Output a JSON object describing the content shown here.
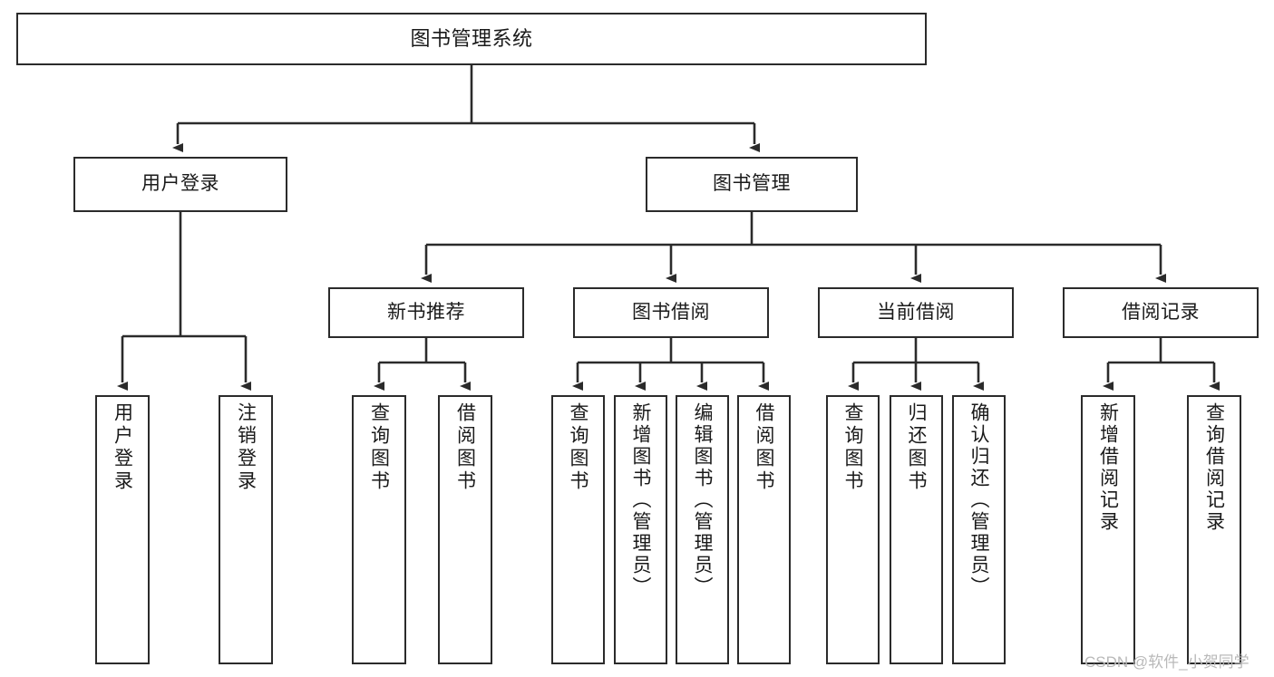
{
  "diagram": {
    "title": "图书管理系统",
    "type": "hierarchy-tree",
    "root": {
      "id": "root",
      "label": "图书管理系统"
    },
    "level2": [
      {
        "id": "user-login",
        "label": "用户登录"
      },
      {
        "id": "book-management",
        "label": "图书管理"
      }
    ],
    "level3": [
      {
        "id": "new-book-recommend",
        "label": "新书推荐",
        "parent": "book-management"
      },
      {
        "id": "book-borrow",
        "label": "图书借阅",
        "parent": "book-management"
      },
      {
        "id": "current-borrow",
        "label": "当前借阅",
        "parent": "book-management"
      },
      {
        "id": "borrow-record",
        "label": "借阅记录",
        "parent": "book-management"
      }
    ],
    "leaves": {
      "user_login": [
        {
          "id": "leaf-user-login",
          "label": "用户登录"
        },
        {
          "id": "leaf-logout-login",
          "label": "注销登录"
        }
      ],
      "new_book_recommend": [
        {
          "id": "leaf-query-book-1",
          "label": "查询图书"
        },
        {
          "id": "leaf-borrow-book-1",
          "label": "借阅图书"
        }
      ],
      "book_borrow": [
        {
          "id": "leaf-query-book-2",
          "label": "查询图书"
        },
        {
          "id": "leaf-add-book",
          "label": "新增图书（管理员）"
        },
        {
          "id": "leaf-edit-book",
          "label": "编辑图书（管理员）"
        },
        {
          "id": "leaf-borrow-book-2",
          "label": "借阅图书"
        }
      ],
      "current_borrow": [
        {
          "id": "leaf-query-book-3",
          "label": "查询图书"
        },
        {
          "id": "leaf-return-book",
          "label": "归还图书"
        },
        {
          "id": "leaf-confirm-return",
          "label": "确认归还（管理员）"
        }
      ],
      "borrow_record": [
        {
          "id": "leaf-add-record",
          "label": "新增借阅记录"
        },
        {
          "id": "leaf-query-record",
          "label": "查询借阅记录"
        }
      ]
    }
  },
  "watermark": {
    "text": "CSDN @软件_小贺同学"
  },
  "colors": {
    "stroke": "#2b2b2b",
    "background": "#ffffff",
    "text": "#1a1a1a",
    "watermark": "#b9b9b9"
  }
}
